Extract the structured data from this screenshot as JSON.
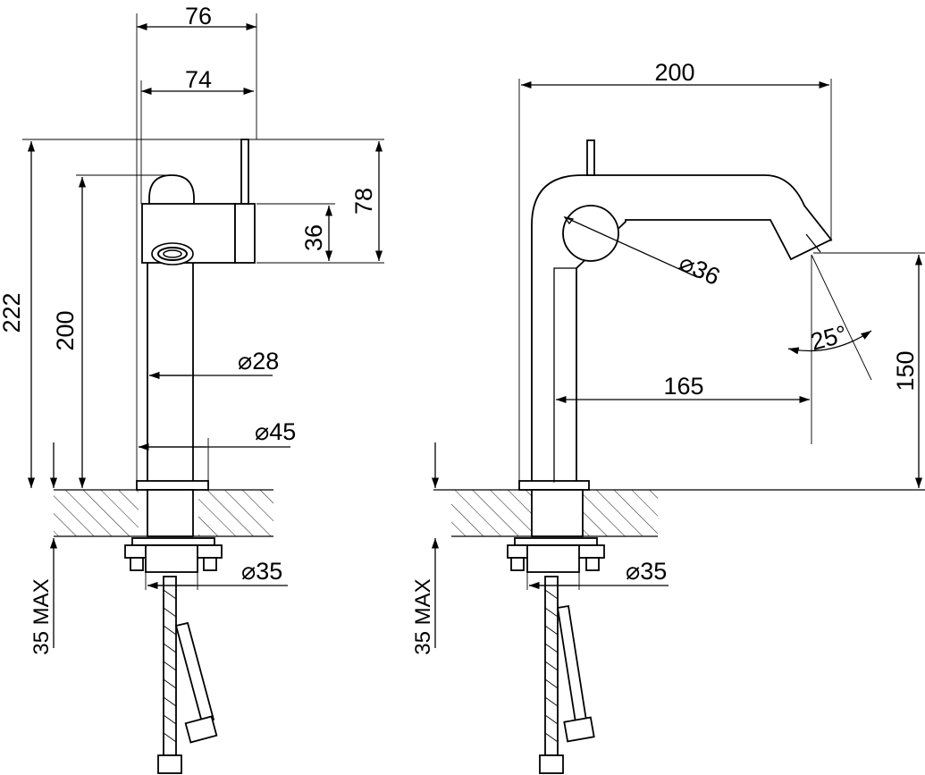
{
  "front_view": {
    "dim_width_outer": "76",
    "dim_width_inner": "74",
    "dim_total_height": "222",
    "dim_spout_height": "200",
    "dim_handle_height": "78",
    "dim_handle_body": "36",
    "dim_body_diameter": "⌀28",
    "dim_base_diameter": "⌀45",
    "dim_hole_diameter": "⌀35",
    "dim_max_thickness": "35 MAX"
  },
  "side_view": {
    "dim_reach_total": "200",
    "dim_reach_spout": "165",
    "dim_spout_height": "150",
    "dim_handle_diameter": "⌀36",
    "dim_spout_angle": "25°",
    "dim_hole_diameter": "⌀35",
    "dim_max_thickness": "35 MAX"
  }
}
